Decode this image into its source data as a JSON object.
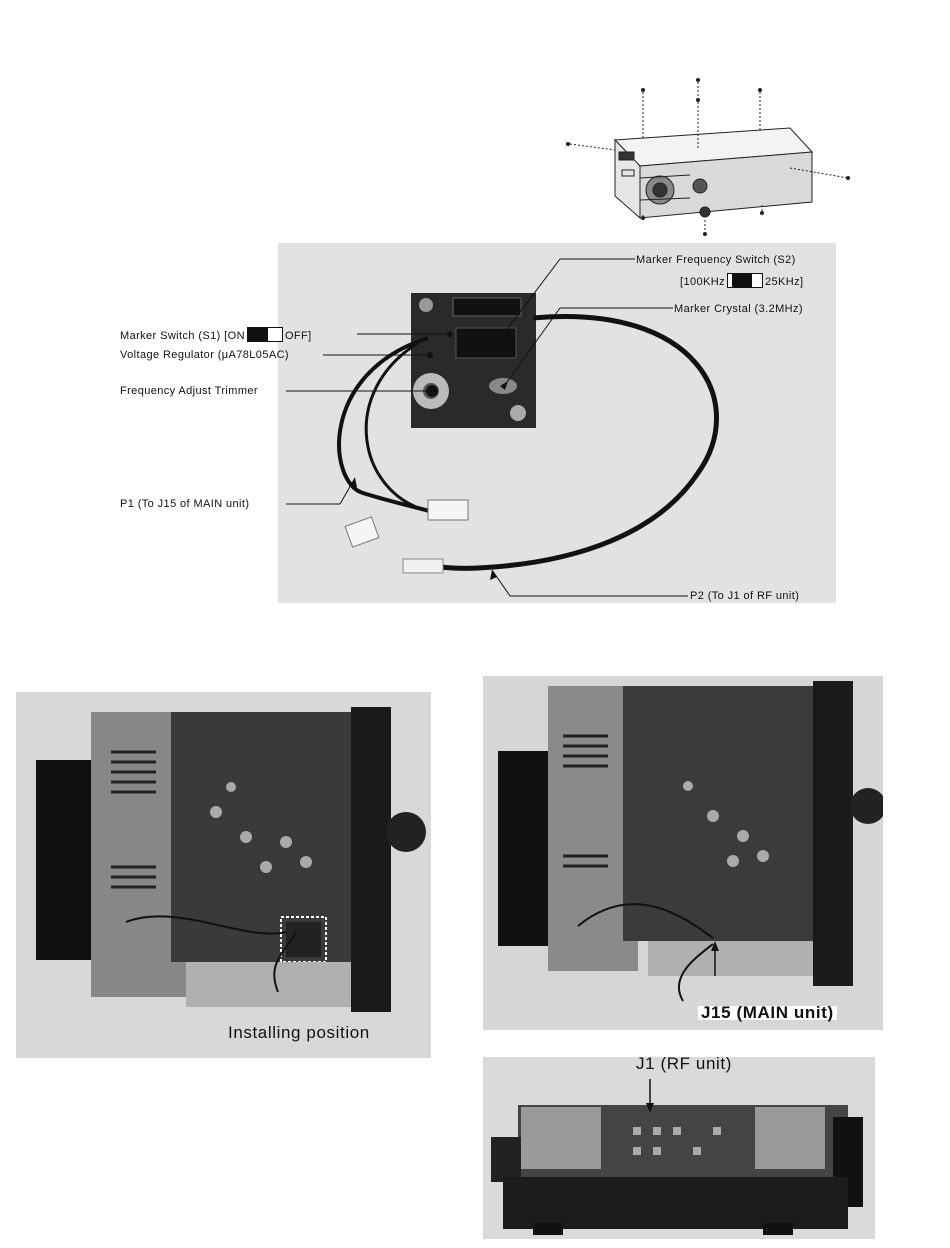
{
  "marker_unit_photo": {
    "labels": {
      "marker_frequency_switch": "Marker Frequency Switch (S2)",
      "freq_left": "[100KHz",
      "freq_right": "25KHz]",
      "marker_crystal": "Marker Crystal (3.2MHz)",
      "marker_switch_prefix": "Marker Switch (S1) [ON",
      "marker_switch_suffix": "OFF]",
      "voltage_regulator": "Voltage Regulator (μA78L05AC)",
      "frequency_adjust": "Frequency Adjust Trimmer",
      "p1": "P1 (To J15 of MAIN unit)",
      "p2": "P2 (To J1 of RF unit)"
    }
  },
  "bottom_left_photo": {
    "caption": "Installing position"
  },
  "bottom_right_photo": {
    "caption": "J15 (MAIN unit)"
  },
  "side_photo": {
    "caption": "J1 (RF unit)"
  }
}
